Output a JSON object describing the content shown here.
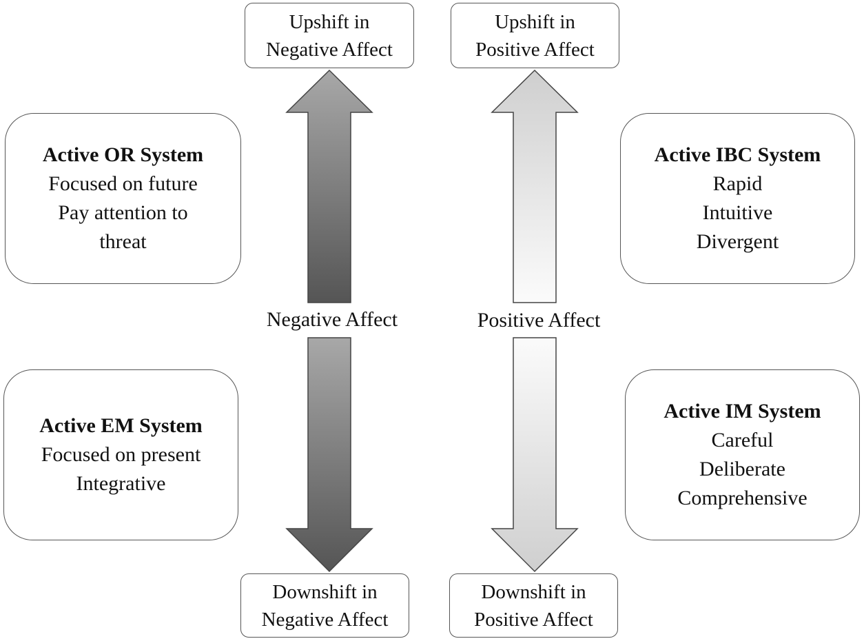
{
  "shift_boxes": {
    "neg_up": {
      "line1": "Upshift in",
      "line2": "Negative Affect"
    },
    "pos_up": {
      "line1": "Upshift in",
      "line2": "Positive Affect"
    },
    "neg_down": {
      "line1": "Downshift in",
      "line2": "Negative Affect"
    },
    "pos_down": {
      "line1": "Downshift in",
      "line2": "Positive Affect"
    }
  },
  "axis_labels": {
    "negative": "Negative Affect",
    "positive": "Positive Affect"
  },
  "systems": {
    "or": {
      "title": "Active OR System",
      "lines": [
        "Focused on future",
        "Pay attention to",
        "threat"
      ]
    },
    "ibc": {
      "title": "Active IBC System",
      "lines": [
        "Rapid",
        "Intuitive",
        "Divergent"
      ]
    },
    "em": {
      "title": "Active EM System",
      "lines": [
        "Focused on present",
        "Integrative"
      ]
    },
    "im": {
      "title": "Active IM System",
      "lines": [
        "Careful",
        "Deliberate",
        "Comprehensive"
      ]
    }
  },
  "colors": {
    "neg_dark": "#555555",
    "neg_mid": "#a8a8a8",
    "pos_light": "#fbfbfb",
    "pos_mid": "#cfcfcf",
    "outline": "#444444"
  }
}
